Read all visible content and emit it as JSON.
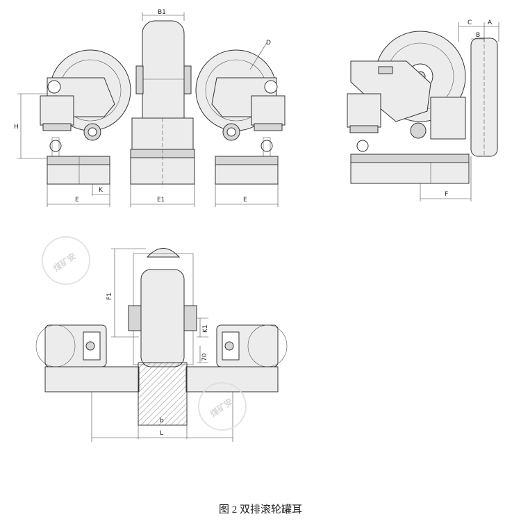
{
  "caption": "图 2 双排滚轮罐耳",
  "dimensions": {
    "B1": "B1",
    "D": "D",
    "H": "H",
    "K": "K",
    "E": "E",
    "E1": "E1",
    "C": "C",
    "A": "A",
    "B": "B",
    "F": "F",
    "F1": "F1",
    "K1": "K1",
    "seventy": "70",
    "b": "b",
    "L": "L"
  },
  "watermark": "煤矿安"
}
